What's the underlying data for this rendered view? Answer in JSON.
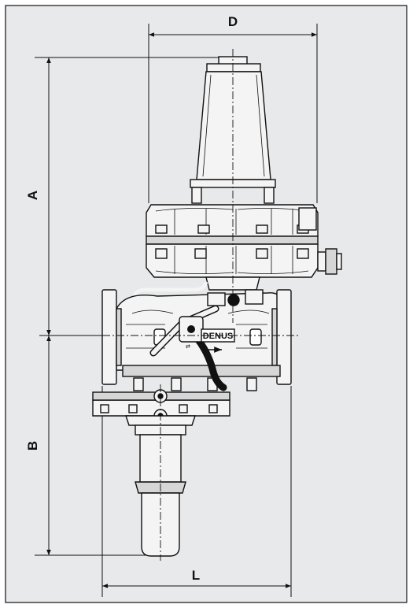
{
  "diagram": {
    "dimensions": {
      "A": "A",
      "B": "B",
      "D": "D",
      "L": "L"
    },
    "nameplate": "DENUS",
    "colors": {
      "background": "#e8e9eb",
      "body_fill": "#f4f4f4",
      "shade": "#d6d6d6",
      "line": "#111111"
    }
  }
}
